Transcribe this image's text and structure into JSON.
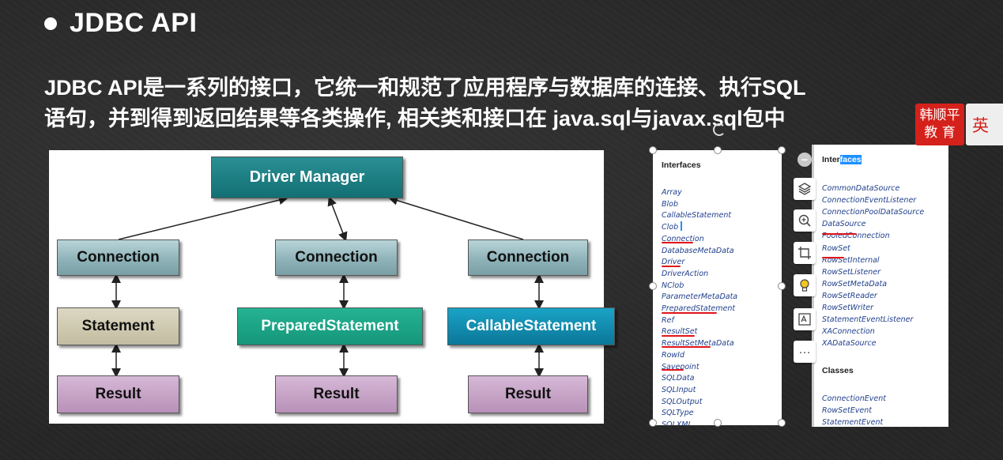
{
  "slide": {
    "title": "JDBC API",
    "desc_line1": "JDBC API是一系列的接口，它统一和规范了应用程序与数据库的连接、执行SQL",
    "desc_line2": "语句，并到得到返回结果等各类操作, 相关类和接口在 java.sql与javax.sql包中"
  },
  "diagram": {
    "driver_manager": "Driver Manager",
    "connections": [
      "Connection",
      "Connection",
      "Connection"
    ],
    "statements": [
      "Statement",
      "PreparedStatement",
      "CallableStatement"
    ],
    "results": [
      "Result",
      "Result",
      "Result"
    ]
  },
  "panel_left": {
    "heading": "Interfaces",
    "items": [
      "Array",
      "Blob",
      "CallableStatement",
      "Clob",
      "Connection",
      "DatabaseMetaData",
      "Driver",
      "DriverAction",
      "NClob",
      "ParameterMetaData",
      "PreparedStatement",
      "Ref",
      "ResultSet",
      "ResultSetMetaData",
      "RowId",
      "Savepoint",
      "SQLData",
      "SQLInput",
      "SQLOutput",
      "SQLType",
      "SQLXML"
    ]
  },
  "panel_right": {
    "heading_pre": "Inter",
    "heading_sel": "faces",
    "items": [
      "CommonDataSource",
      "ConnectionEventListener",
      "ConnectionPoolDataSource",
      "DataSource",
      "PooledConnection",
      "RowSet",
      "RowSetInternal",
      "RowSetListener",
      "RowSetMetaData",
      "RowSetReader",
      "RowSetWriter",
      "StatementEventListener",
      "XAConnection",
      "XADataSource"
    ],
    "classes_heading": "Classes",
    "classes": [
      "ConnectionEvent",
      "RowSetEvent",
      "StatementEvent"
    ]
  },
  "toolbar": {
    "icons": [
      "layers-icon",
      "zoom-in-icon",
      "crop-icon",
      "lightbulb-icon",
      "translate-icon",
      "more-icon"
    ],
    "more_label": "···"
  },
  "badge": {
    "line1": "韩顺平",
    "line2": "教 育",
    "lang": "英"
  }
}
